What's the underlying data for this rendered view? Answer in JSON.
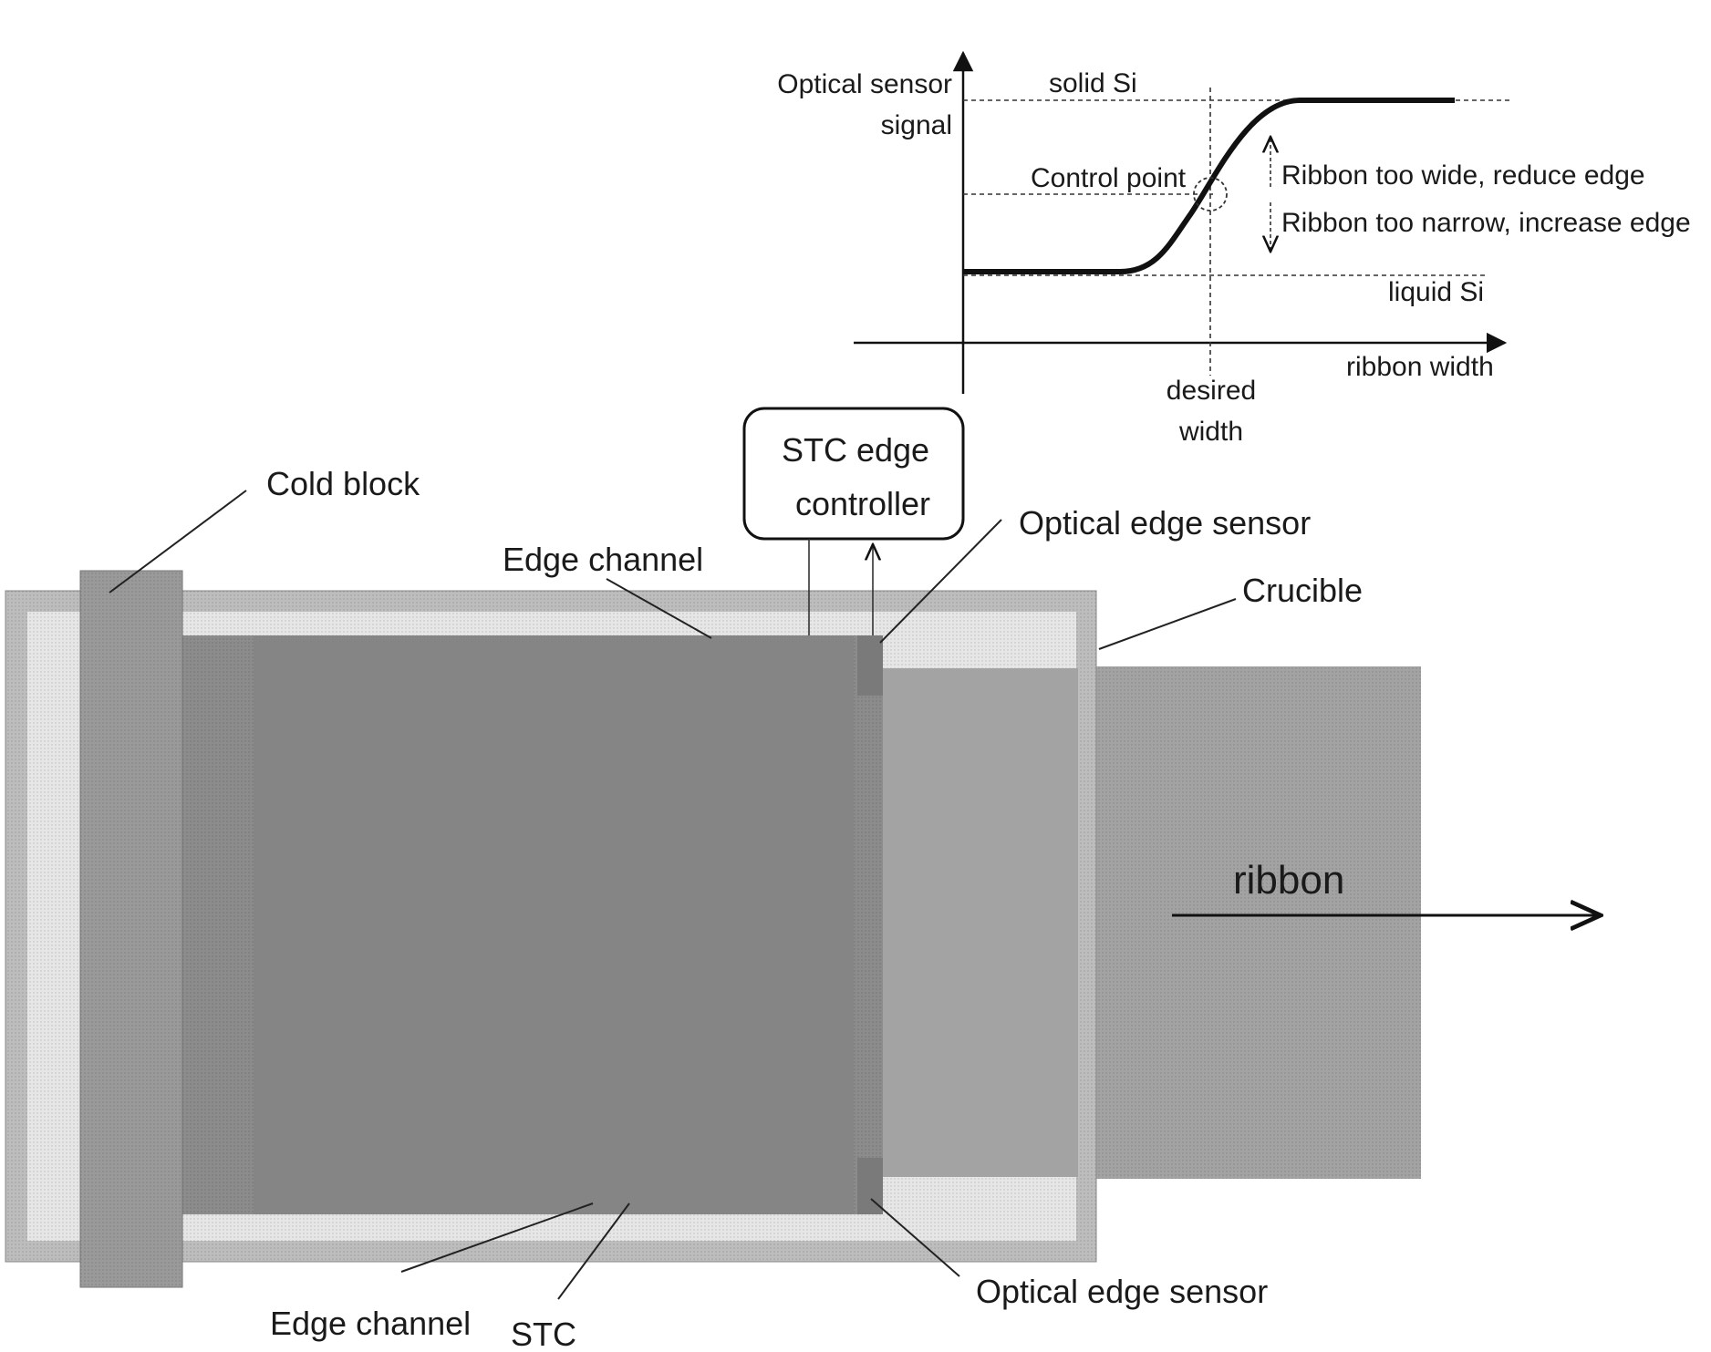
{
  "graph": {
    "y_axis_label_line1": "Optical sensor",
    "y_axis_label_line2": "signal",
    "x_axis_label": "ribbon width",
    "solid_level_label": "solid Si",
    "liquid_level_label": "liquid Si",
    "control_point_label": "Control point",
    "too_wide_label": "Ribbon too wide, reduce edge",
    "too_narrow_label": "Ribbon too narrow, increase edge",
    "desired_width_line1": "desired",
    "desired_width_line2": "width"
  },
  "controller": {
    "line1": "STC edge",
    "line2": "controller"
  },
  "labels": {
    "cold_block": "Cold block",
    "edge_channel_top": "Edge channel",
    "optical_edge_sensor_top": "Optical edge sensor",
    "crucible": "Crucible",
    "ribbon": "ribbon",
    "edge_channel_bottom": "Edge channel",
    "stc": "STC",
    "optical_edge_sensor_bottom": "Optical edge sensor"
  },
  "colors": {
    "crucible_fill": "#bdbdbd",
    "edge_channel_fill": "#e6e6e6",
    "stc_fill": "#8c8c8c",
    "ribbon_fill": "#a3a3a3",
    "cold_block_fill": "#9a9a9a"
  }
}
